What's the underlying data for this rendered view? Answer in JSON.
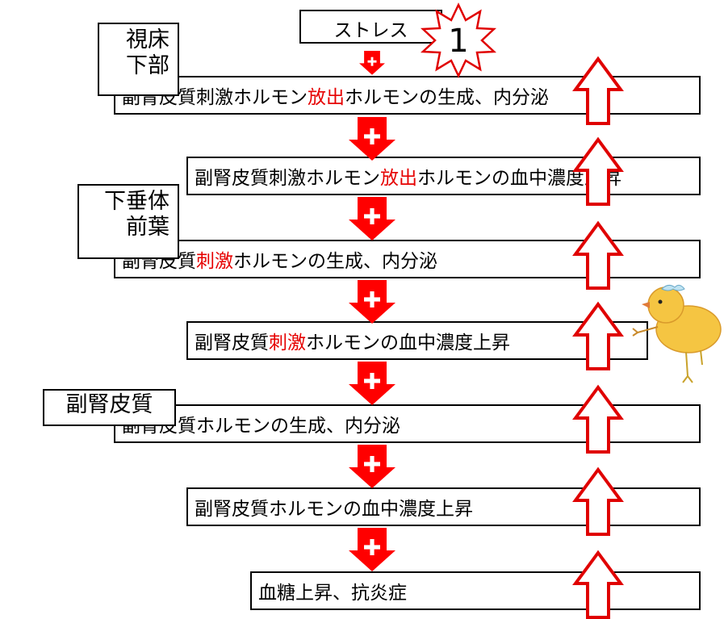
{
  "stress": "ストレス",
  "badge_number": "1",
  "regions": {
    "hypothalamus": [
      "視床",
      "下部"
    ],
    "anterior_pituitary": [
      "下垂体",
      "前葉"
    ],
    "adrenal_cortex": [
      "副腎皮質"
    ]
  },
  "steps": [
    {
      "pre": "副腎皮質刺激ホルモン",
      "hl": "放出",
      "post": "ホルモンの生成、内分泌"
    },
    {
      "pre": "副腎皮質刺激ホルモン",
      "hl": "放出",
      "post": "ホルモンの血中濃度上昇"
    },
    {
      "pre": "副腎皮質",
      "hl": "刺激",
      "post": "ホルモンの生成、内分泌"
    },
    {
      "pre": "副腎皮質",
      "hl": "刺激",
      "post": "ホルモンの血中濃度上昇"
    },
    {
      "pre": "副腎皮質ホルモンの生成、内分泌",
      "hl": "",
      "post": ""
    },
    {
      "pre": "副腎皮質ホルモンの血中濃度上昇",
      "hl": "",
      "post": ""
    },
    {
      "pre": "血糖上昇、抗炎症",
      "hl": "",
      "post": ""
    }
  ],
  "arrow_sign": "+",
  "colors": {
    "highlight": "#e60000",
    "arrow_red": "#ff0000",
    "outline_red": "#e00000",
    "chick": "#f5c542"
  }
}
